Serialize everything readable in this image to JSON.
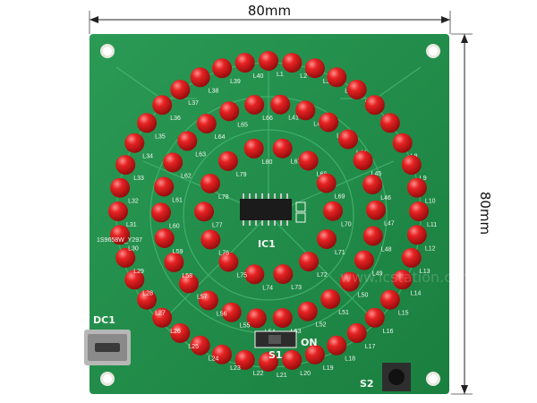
{
  "dimensions": {
    "width_label": "80mm",
    "height_label": "80mm"
  },
  "board": {
    "pcb_color": "#1f8a45",
    "led_color": "#d91a1a",
    "ic_label": "IC1",
    "ic_code": "1S9658W_Y297",
    "switch_label": "S1",
    "switch_state": "ON",
    "button_label": "S2",
    "power_label": "DC1",
    "watermark": "www.icstation.com"
  },
  "led_labels": [
    "L1",
    "L2",
    "L3",
    "L4",
    "L5",
    "L6",
    "L7",
    "L8",
    "L9",
    "L10",
    "L11",
    "L12",
    "L13",
    "L14",
    "L15",
    "L16",
    "L17",
    "L18",
    "L19",
    "L20",
    "L21",
    "L22",
    "L23",
    "L24",
    "L25",
    "L26",
    "L27",
    "L28",
    "L29",
    "L30",
    "L31",
    "L32",
    "L33",
    "L34",
    "L35",
    "L36",
    "L37",
    "L38",
    "L39",
    "L40",
    "L41",
    "L42",
    "L43",
    "L44",
    "L45",
    "L46",
    "L47",
    "L48",
    "L49",
    "L50",
    "L51",
    "L52",
    "L53",
    "L54",
    "L55",
    "L56",
    "L57",
    "L58",
    "L59",
    "L60",
    "L61",
    "L62",
    "L63",
    "L64",
    "L65",
    "L66",
    "L67",
    "L68",
    "L69",
    "L70",
    "L71",
    "L72",
    "L73",
    "L74",
    "L75",
    "L76",
    "L77",
    "L78",
    "L79",
    "L80"
  ]
}
